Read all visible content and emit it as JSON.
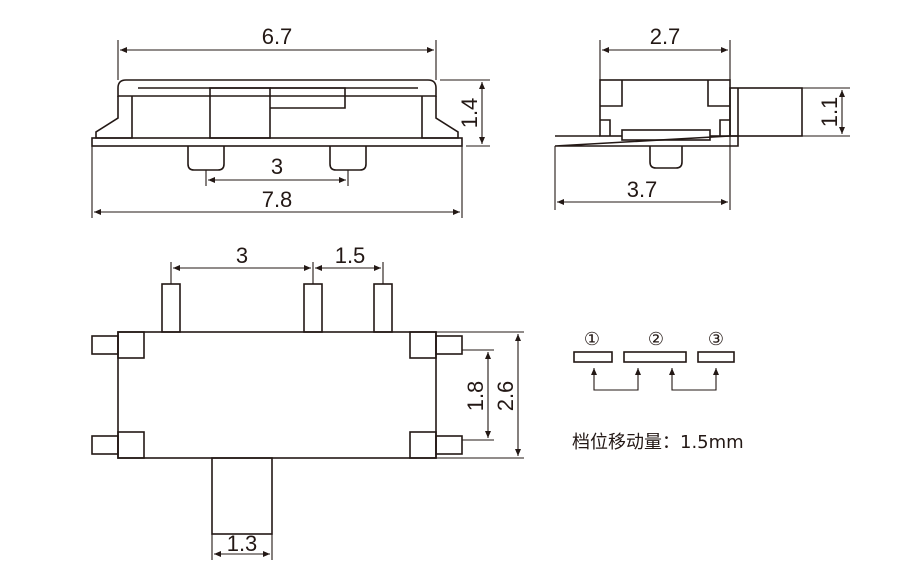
{
  "diagram": {
    "front_view": {
      "dim_top_width": "6.7",
      "dim_side_height": "1.4",
      "dim_pin_pitch": "3",
      "dim_base_width": "7.8"
    },
    "side_view": {
      "dim_top_width": "2.7",
      "dim_actuator_height": "1.1",
      "dim_base_width": "3.7"
    },
    "top_view": {
      "dim_pin_pitch_a": "3",
      "dim_pin_pitch_b": "1.5",
      "dim_inner_height": "1.8",
      "dim_outer_height": "2.6",
      "dim_actuator_width": "1.3"
    },
    "position_diagram": {
      "markers": [
        "①",
        "②",
        "③"
      ],
      "note": "档位移动量：1.5mm"
    }
  }
}
